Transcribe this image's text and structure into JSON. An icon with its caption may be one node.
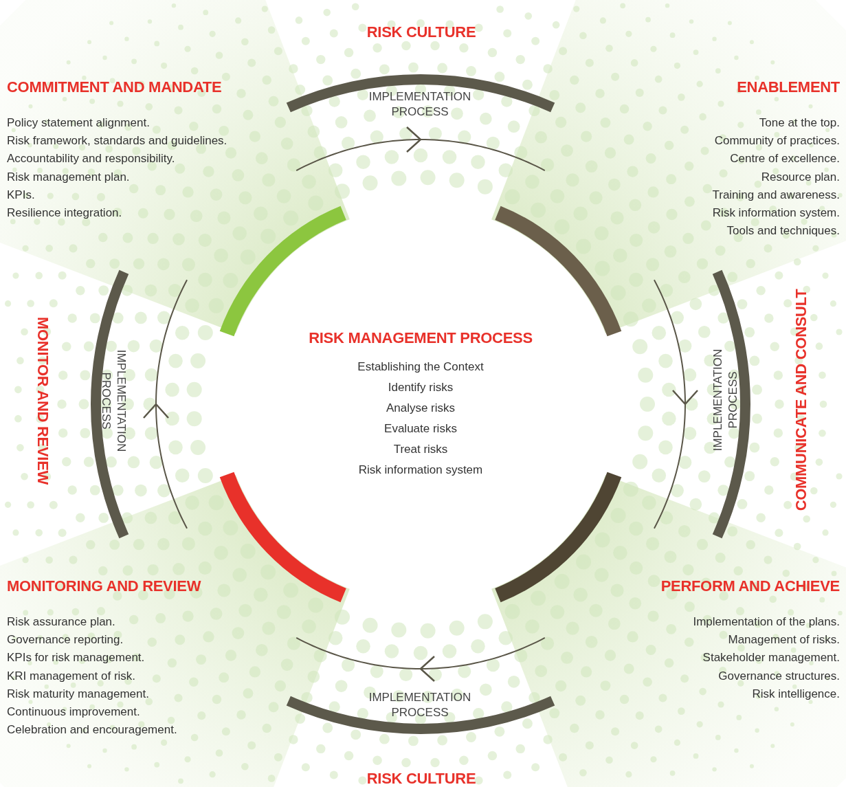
{
  "diagram": {
    "nodes": [
      {
        "text": [
          "RISK MANAGEMENT PROCESS",
          "Establishing the Context",
          "Identify risks",
          "Analyse risks",
          "Evaluate risks",
          "Treat risks",
          "Risk information system"
        ]
      }
    ],
    "labels": [
      "RISK CULTURE",
      "COMMITMENT AND MANDATE",
      "ENABLEMENT",
      "IMPLEMENTATION PROCESS",
      "Policy statement alignment.",
      "Risk framework, standards and guidelines.",
      "Accountability and responsibility.",
      "Risk management plan.",
      "KPIs.",
      "Resilience integration.",
      "Tone at the top.",
      "Community of practices.",
      "Centre of excellence.",
      "Resource plan.",
      "Training and awareness.",
      "Risk information system.",
      "Tools and techniques.",
      "MONITOR AND REVIEW",
      "IMPLEMENTATION PROCESS",
      "IMPLEMENTATION PROCESS",
      "COMMUNICATE AND CONSULT",
      "MONITORING AND REVIEW",
      "PERFORM AND ACHIEVE",
      "Risk assurance plan.",
      "Governance reporting.",
      "KPIs for risk management.",
      "KRI management of risk.",
      "Risk maturity management.",
      "Continuous improvement.",
      "Celebration and encouragement.",
      "Implementation of the plans.",
      "Management of risks.",
      "Stakeholder management.",
      "Governance structures.",
      "Risk intelligence.",
      "IMPLEMENTATION PROCESS",
      "RISK CULTURE"
    ]
  }
}
